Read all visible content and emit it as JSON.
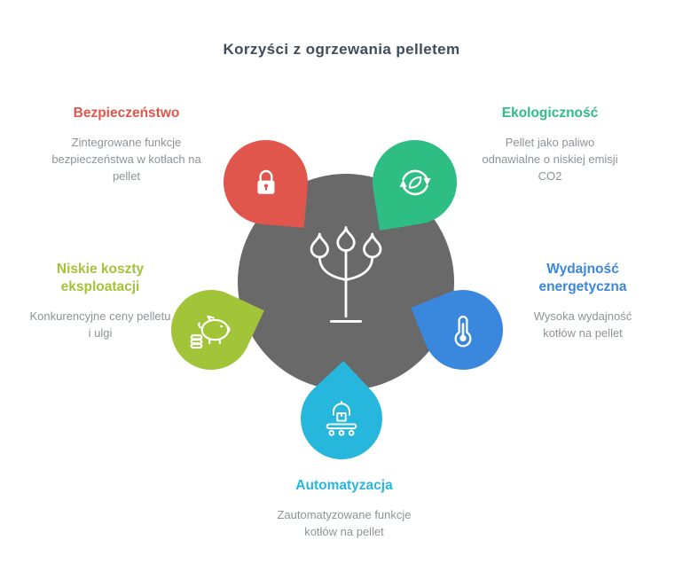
{
  "title": "Korzyści z ogrzewania pelletem",
  "colors": {
    "title": "#3f4c5a",
    "body_text": "#8e9398",
    "center_circle": "#696969",
    "icon_stroke": "#ffffff"
  },
  "center": {
    "icon": "pellet-plant-icon"
  },
  "nodes": {
    "security": {
      "heading": "Bezpieczeństwo",
      "description": "Zintegrowane funkcje bezpieczeństwa w kotłach na pellet",
      "color": "#e0564d",
      "icon": "lock-icon"
    },
    "ecology": {
      "heading": "Ekologiczność",
      "description": "Pellet jako paliwo odnawialne o niskiej emisji CO2",
      "color": "#2ebd83",
      "icon": "recycle-leaf-icon"
    },
    "low_costs": {
      "heading": "Niskie koszty eksploatacji",
      "description": "Konkurencyjne ceny pelletu i ulgi",
      "color": "#a1c438",
      "icon": "piggy-bank-coins-icon"
    },
    "efficiency": {
      "heading": "Wydajność energetyczna",
      "description": "Wysoka wydajność kotłów na pellet",
      "color": "#3a87de",
      "icon": "thermometer-icon"
    },
    "automation": {
      "heading": "Automatyzacja",
      "description": "Zautomatyzowane funkcje kotłów na pellet",
      "color": "#27b6dc",
      "icon": "robot-gripper-conveyor-icon"
    }
  }
}
